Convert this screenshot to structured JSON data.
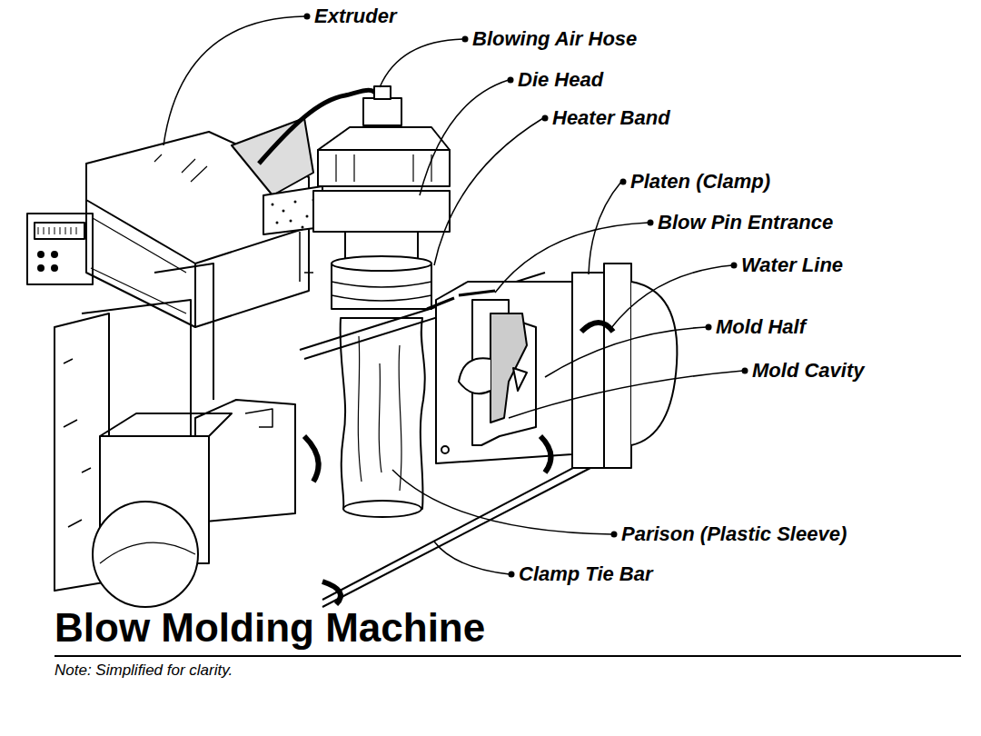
{
  "diagram": {
    "title": "Blow Molding Machine",
    "caption": "Note: Simplified for clarity.",
    "labels": [
      "Extruder",
      "Blowing Air Hose",
      "Die Head",
      "Heater Band",
      "Platen (Clamp)",
      "Blow Pin Entrance",
      "Water Line",
      "Mold Half",
      "Mold Cavity",
      "Parison (Plastic Sleeve)",
      "Clamp Tie Bar"
    ]
  }
}
